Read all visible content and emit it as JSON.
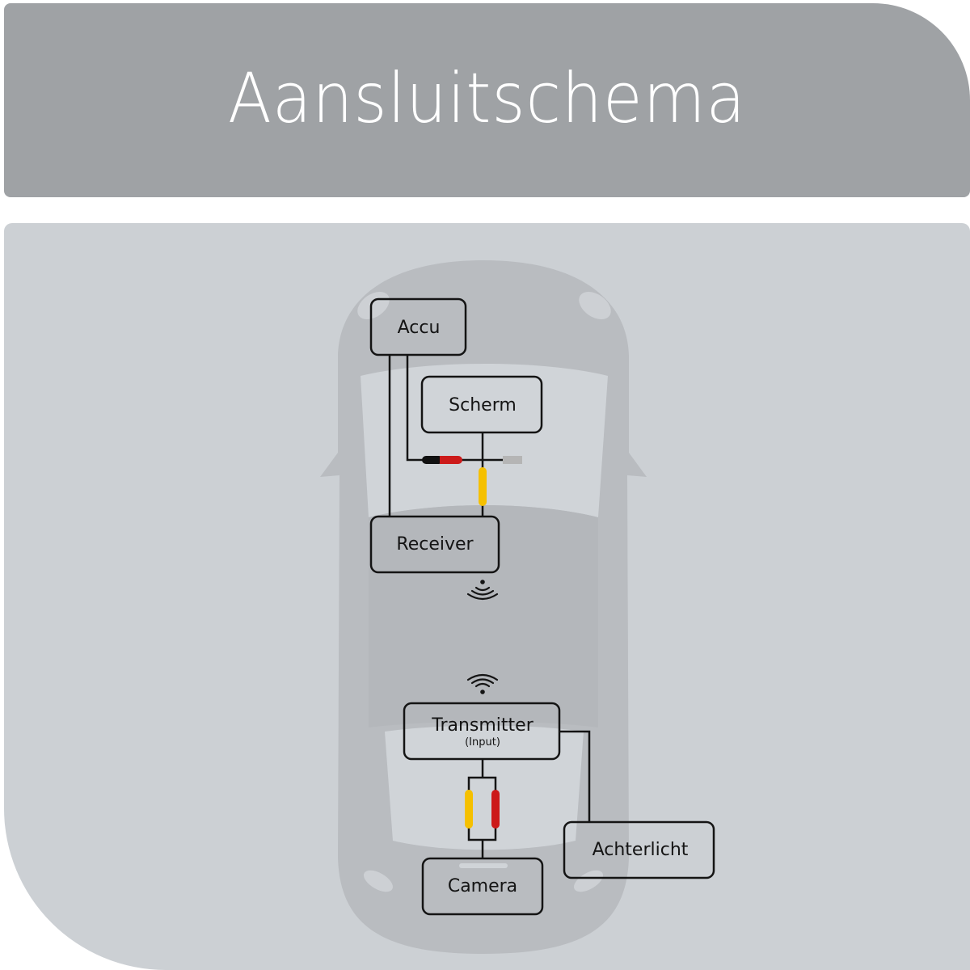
{
  "header": {
    "title": "Aansluitschema"
  },
  "diagram": {
    "components": {
      "accu": {
        "label": "Accu"
      },
      "scherm": {
        "label": "Scherm"
      },
      "receiver": {
        "label": "Receiver"
      },
      "transmitter": {
        "label": "Transmitter",
        "sublabel": "(Input)"
      },
      "achterlicht": {
        "label": "Achterlicht"
      },
      "camera": {
        "label": "Camera"
      }
    },
    "connectors": {
      "power_black": "#111111",
      "power_red": "#cc1a1a",
      "video_yellow": "#f5c000",
      "grey_plug": "#b5b5b5"
    },
    "icons": {
      "receiver_signal": "signal-receive-icon",
      "transmitter_signal": "wifi-transmit-icon"
    }
  },
  "colors": {
    "header_bg": "#9fa2a5",
    "panel_bg": "#ccd0d4",
    "car_body": "#b9bcc0",
    "car_glass": "#d0d4d8",
    "line": "#141414"
  }
}
